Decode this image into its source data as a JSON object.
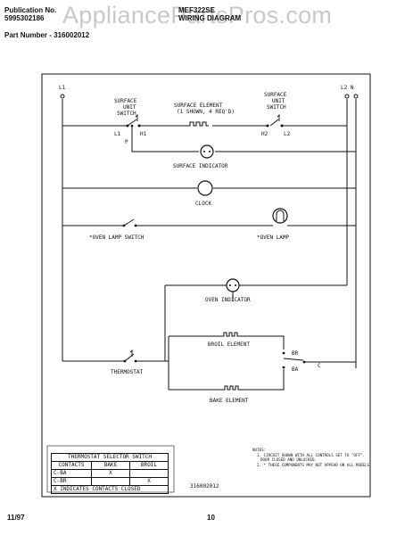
{
  "header": {
    "publication_label": "Publication No.",
    "publication_number": "5995302186",
    "model": "MEF322SE",
    "diagram_title": "WIRING DIAGRAM",
    "part_number_label": "Part Number - 316002012",
    "watermark": "AppliancePartsPros.com"
  },
  "lines": {
    "l1": "L1",
    "l2n": "L2  N"
  },
  "components": {
    "surface_unit_switch_left": [
      "SURFACE",
      "UNIT",
      "SWITCH"
    ],
    "surface_unit_switch_right": [
      "SURFACE",
      "UNIT",
      "SWITCH"
    ],
    "surface_element": [
      "SURFACE ELEMENT",
      "(1 SHOWN, 4 REQ'D)"
    ],
    "terminal_l1": "L1",
    "terminal_h1": "H1",
    "terminal_p": "P",
    "terminal_h2": "H2",
    "terminal_l2": "L2",
    "surface_indicator": "SURFACE INDICATOR",
    "clock": "CLOCK",
    "oven_lamp_switch": "*OVEN LAMP SWITCH",
    "oven_lamp": "*OVEN LAMP",
    "oven_indicator": "OVEN INDICATOR",
    "broil_element": "BROIL ELEMENT",
    "bake_element": "BAKE ELEMENT",
    "thermostat": "THERMOSTAT",
    "terminal_br": "BR",
    "terminal_ba": "BA",
    "terminal_c": "C"
  },
  "selector_table": {
    "title": "THERMOSTAT SELECTOR SWITCH",
    "headers": [
      "CONTACTS",
      "BAKE",
      "BROIL"
    ],
    "rows": [
      [
        "C-BA",
        "X",
        ""
      ],
      [
        "C-BR",
        "",
        "X"
      ]
    ],
    "footnote": "X INDICATES CONTACTS CLOSED"
  },
  "notes": {
    "title": "NOTES:",
    "line1": "1. CIRCUIT SHOWN WITH ALL CONTROLS SET TO \"OFF\".",
    "line1b": "DOOR CLOSED AND UNLOCKED.",
    "line2": "2. * THESE COMPONENTS MAY NOT APPEAR ON ALL MODELS."
  },
  "diagram_part_number": "316002012",
  "footer": {
    "date": "11/97",
    "page": "10"
  }
}
